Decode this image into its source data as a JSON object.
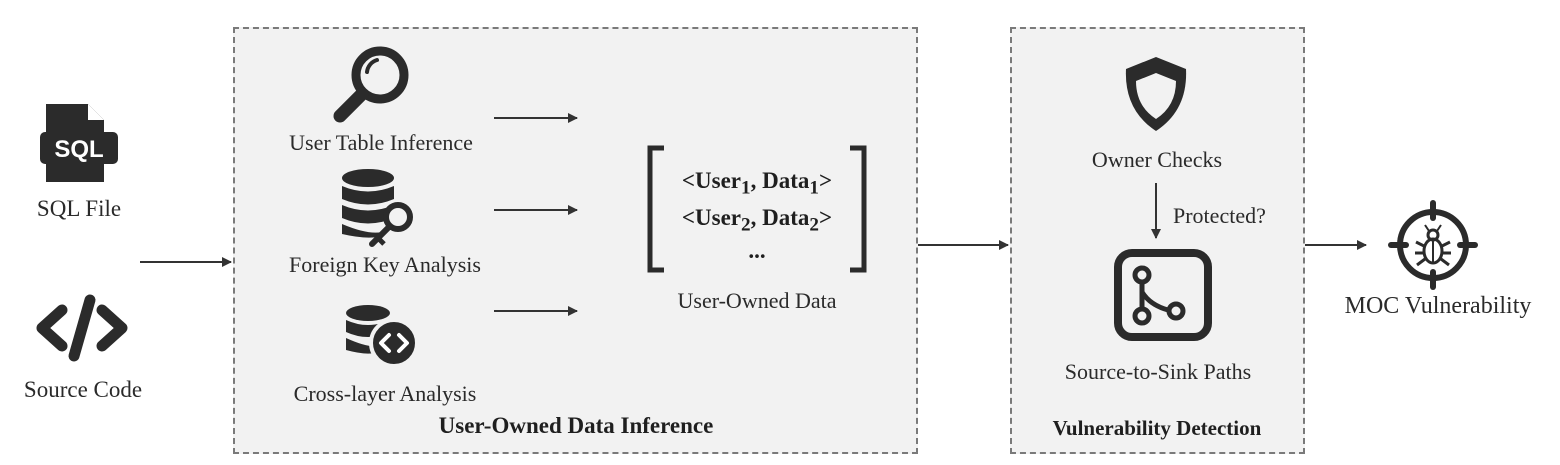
{
  "inputs": {
    "sql_file": "SQL File",
    "source_code": "Source Code",
    "sql_icon_text": "SQL"
  },
  "inference_panel": {
    "title": "User-Owned Data Inference",
    "steps": [
      {
        "label": "User Table Inference",
        "icon": "magnifier-icon"
      },
      {
        "label": "Foreign Key Analysis",
        "icon": "database-key-icon"
      },
      {
        "label": "Cross-layer Analysis",
        "icon": "database-code-icon"
      }
    ],
    "output": {
      "tuple1": {
        "user": "User",
        "sub": "1",
        "sep": ", ",
        "data": "Data",
        "sub2": "1"
      },
      "tuple2": {
        "user": "User",
        "sub": "2",
        "sep": ", ",
        "data": "Data",
        "sub2": "2"
      },
      "ellipsis": "...",
      "label": "User-Owned Data"
    }
  },
  "detection_panel": {
    "title": "Vulnerability Detection",
    "owner_checks": "Owner Checks",
    "protected": "Protected?",
    "paths": "Source-to-Sink Paths"
  },
  "result": {
    "label": "MOC Vulnerability",
    "icon": "bug-target-icon"
  },
  "colors": {
    "panel_bg": "#f2f2f2",
    "panel_border": "#7a7a7a",
    "icon": "#2b2b2b",
    "arrow": "#333333"
  }
}
